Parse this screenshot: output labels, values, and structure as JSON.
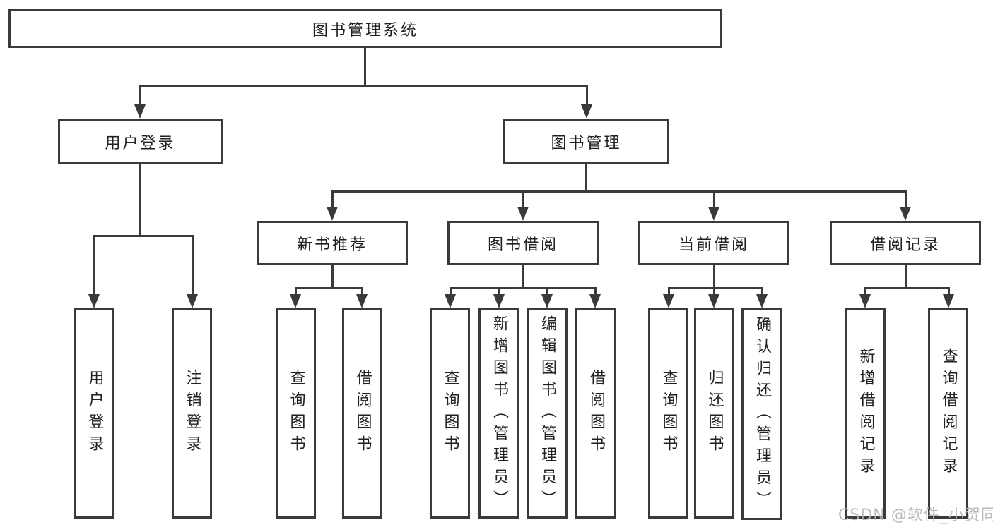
{
  "tree": {
    "root": {
      "label": "图书管理系统"
    },
    "branches": [
      {
        "label": "用户登录",
        "leaves": [
          "用户登录",
          "注销登录"
        ]
      },
      {
        "label": "图书管理",
        "modules": [
          {
            "label": "新书推荐",
            "leaves": [
              "查询图书",
              "借阅图书"
            ]
          },
          {
            "label": "图书借阅",
            "leaves": [
              "查询图书",
              "新增图书（管理员）",
              "编辑图书（管理员）",
              "借阅图书"
            ]
          },
          {
            "label": "当前借阅",
            "leaves": [
              "查询图书",
              "归还图书",
              "确认归还（管理员）"
            ]
          },
          {
            "label": "借阅记录",
            "leaves": [
              "新增借阅记录",
              "查询借阅记录"
            ]
          }
        ]
      }
    ]
  },
  "watermark": "CSDN @软件_小贺同学",
  "colors": {
    "line": "#3a3a3a",
    "text": "#212121",
    "watermark": "#b6b6b6",
    "background": "#ffffff"
  }
}
